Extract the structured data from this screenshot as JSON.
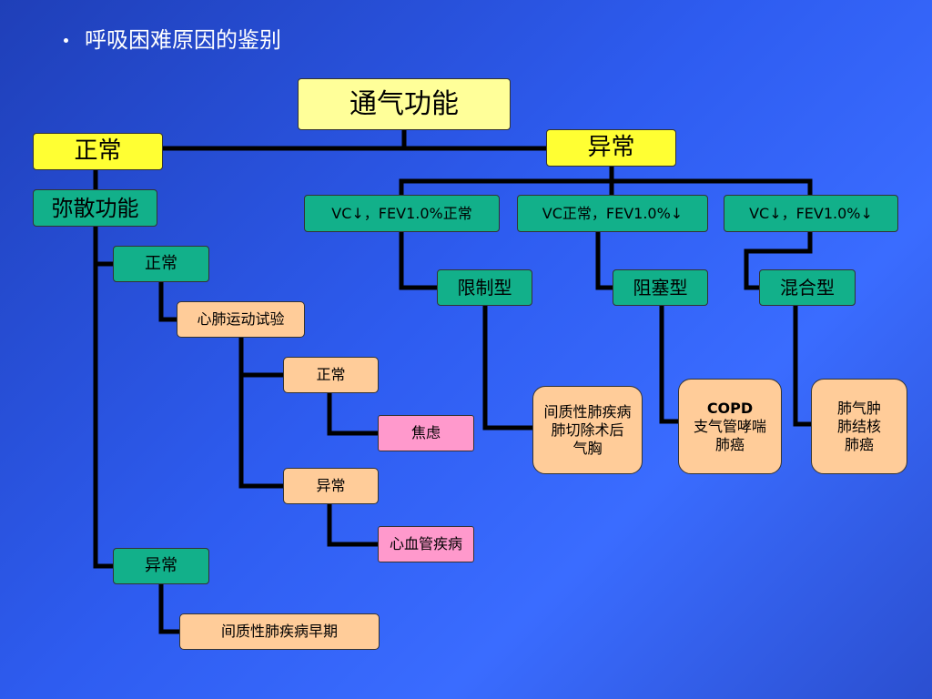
{
  "slide": {
    "title": "呼吸困难原因的鉴别"
  },
  "nodes": {
    "ventilation": "通气功能",
    "normal_top": "正常",
    "abnormal_top": "异常",
    "diffusion": "弥散功能",
    "vc_down_fev_normal": "VC↓，FEV1.0%正常",
    "vc_normal_fev_down": "VC正常，FEV1.0%↓",
    "vc_down_fev_down": "VC↓，FEV1.0%↓",
    "restrictive": "限制型",
    "obstructive": "阻塞型",
    "mixed": "混合型",
    "diff_normal": "正常",
    "cardiopulmonary_test": "心肺运动试验",
    "test_normal": "正常",
    "anxiety": "焦虑",
    "test_abnormal": "异常",
    "cardiovascular": "心血管疾病",
    "diff_abnormal": "异常",
    "early_interstitial": "间质性肺疾病早期",
    "restrictive_causes": [
      "间质性肺疾病",
      "肺切除术后",
      "气胸"
    ],
    "obstructive_causes": [
      "COPD",
      "支气管哮喘",
      "肺癌"
    ],
    "mixed_causes": [
      "肺气肿",
      "肺结核",
      "肺癌"
    ]
  },
  "colors": {
    "background": "#2e5cf0",
    "yellow_box": "#ffff99",
    "bright_yellow_box": "#ffff33",
    "green_box": "#12b08a",
    "peach_box": "#ffcc99",
    "pink_box": "#ff99cc",
    "connector": "#000000"
  }
}
